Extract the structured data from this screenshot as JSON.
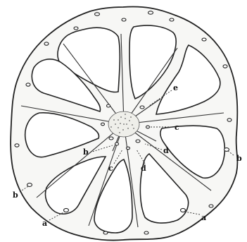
{
  "figure": {
    "labels": {
      "e": "e",
      "c_right": "c",
      "b_left": "b",
      "d_right": "d",
      "c_lower": "c",
      "d_lower": "d",
      "b_right": "b",
      "b_lower_left": "b",
      "a_left": "a",
      "a_right": "a"
    }
  }
}
